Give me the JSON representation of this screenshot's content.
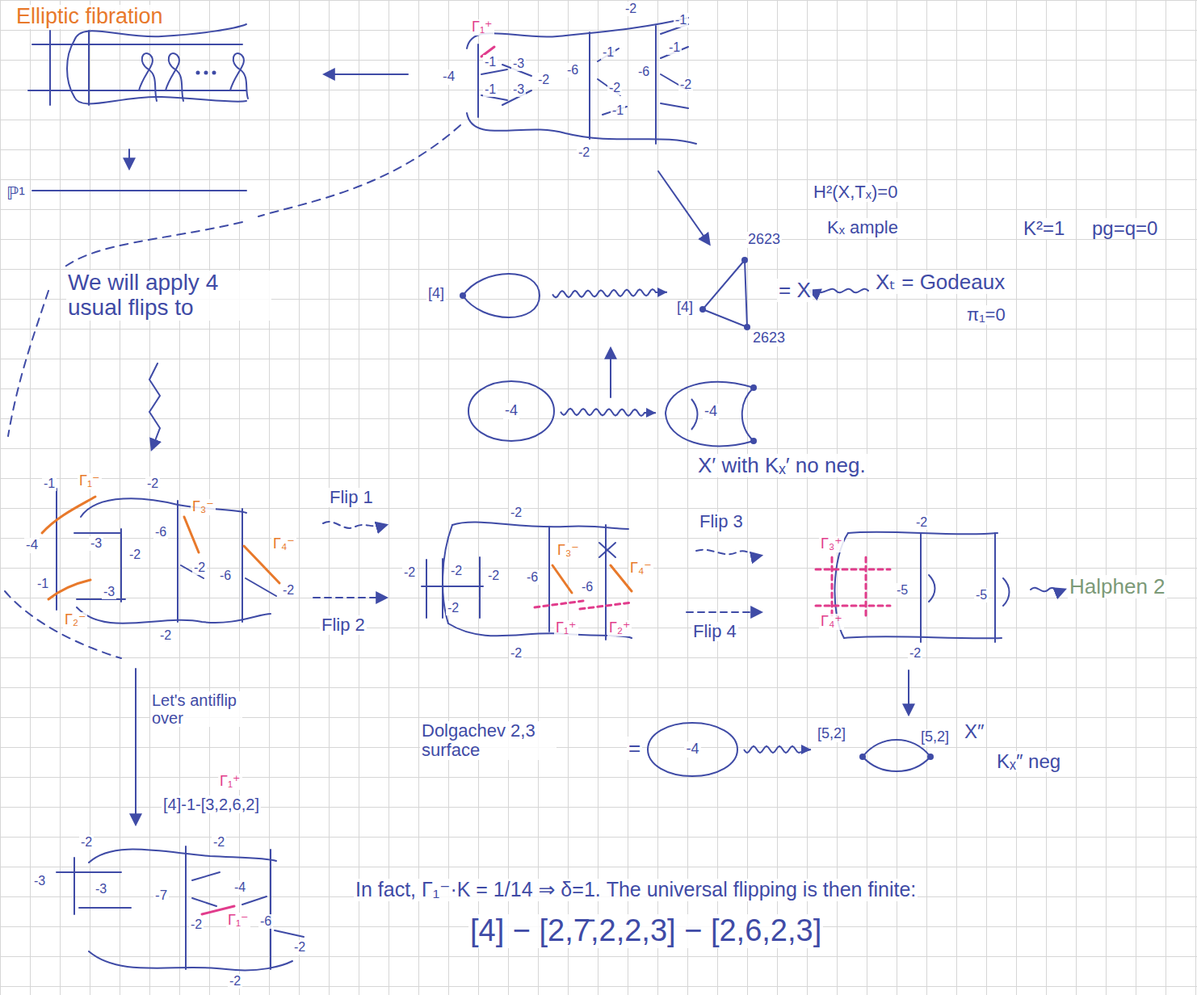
{
  "diagram": {
    "nodes": [
      {
        "text": [
          "[4]"
        ]
      },
      {
        "text": [
          "2623",
          "[4]",
          "2623"
        ]
      },
      {
        "text": [
          "-4"
        ]
      },
      {
        "text": [
          "-4"
        ]
      },
      {
        "text": [
          "-4"
        ]
      },
      {
        "text": [
          "[5,2]",
          "[5,2]"
        ]
      }
    ],
    "edges": [
      {
        "from": 0,
        "to": 1,
        "arrow": "to"
      },
      {
        "from": 2,
        "to": 3,
        "arrow": "to"
      },
      {
        "from": 4,
        "to": 5,
        "arrow": "to"
      }
    ],
    "labels": [
      "Elliptic fibration",
      "ℙ¹",
      "Γ₁⁺",
      "-2",
      "-1",
      "-1",
      "-4",
      "-1",
      "-1",
      "-3",
      "-3",
      "-2",
      "-6",
      "-1",
      "-2",
      "-1",
      "-6",
      "-2",
      "-2",
      "H²(X,Tₓ)=0",
      "Kₓ ample",
      "K²=1",
      "pg=q=0",
      "= X",
      "Xₜ = Godeaux",
      "π₁=0",
      "We will apply 4 usual flips to",
      "X′ with Kₓ′ no neg.",
      "-1",
      "Γ₁⁻",
      "-2",
      "-4",
      "-3",
      "-2",
      "-6",
      "Γ₃⁻",
      "-2",
      "-6",
      "Γ₄⁻",
      "-1",
      "-3",
      "Γ₂⁻",
      "-2",
      "-2",
      "Flip 1",
      "Flip 2",
      "-2",
      "-2",
      "-2",
      "-2",
      "-2",
      "-6",
      "Γ₃⁻",
      "Γ₄⁻",
      "-6",
      "Γ₁⁺",
      "Γ₂⁺",
      "-2",
      "Flip 3",
      "Flip 4",
      "Γ₃⁺",
      "-2",
      "-5",
      "-5",
      "Γ₄⁺",
      "-2",
      "Halphen 2",
      "Dolgachev 2,3 surface",
      "=",
      "X″",
      "Kₓ″ neg",
      "Let's antiflip over",
      "Γ₁⁺",
      "[4]-1-[3,2,6,2]",
      "-2",
      "-2",
      "-3",
      "-3",
      "-7",
      "-4",
      "-2",
      "Γ₁⁻",
      "-6",
      "-2",
      "-2",
      "In fact, Γ₁⁻·K = 1/14 ⇒ δ=1. The universal flipping is then finite:",
      "[4] − [2,7̄,2,2,3] − [2,6,2,3]"
    ]
  }
}
